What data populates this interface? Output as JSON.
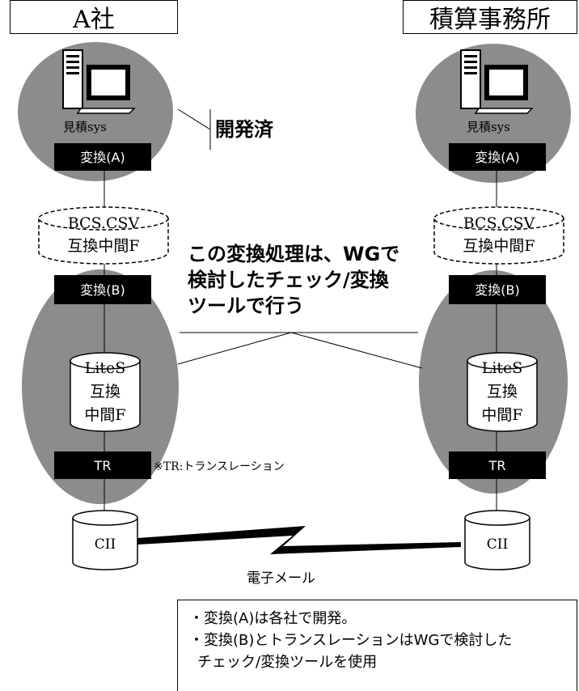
{
  "left_company": {
    "title": "A社",
    "system_label": "見積sys"
  },
  "right_company": {
    "title": "積算事務所",
    "system_label": "見積sys"
  },
  "developed_label": "開発済",
  "converter_a": "変換(A)",
  "intermediate_file": {
    "line1": "BCS.CSV",
    "line2": "互換中間F"
  },
  "converter_b": "変換(B)",
  "lites_file": {
    "line1": "LiteS",
    "line2": "互換",
    "line3": "中間F"
  },
  "translation": "TR",
  "translation_note": "※TR:トランスレーション",
  "cii_label": "CII",
  "email_label": "電子メール",
  "callout": {
    "line1": "この変換処理は、WGで",
    "line2": "検討したチェック/変換",
    "line3": "ツールで行う"
  },
  "legend": {
    "line1": "・変換(A)は各社で開発。",
    "line2": "・変換(B)とトランスレーションはWGで検討した",
    "line3": "チェック/変換ツールを使用"
  },
  "colors": {
    "ellipse": "#8c8c8c",
    "black_box": "#000000",
    "line": "#000000"
  },
  "icons": [
    "computer-icon",
    "database-icon",
    "lightning-icon"
  ]
}
